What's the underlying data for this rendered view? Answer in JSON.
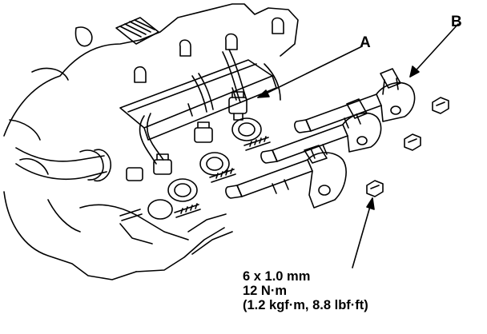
{
  "callouts": {
    "a": "A",
    "b": "B"
  },
  "spec": {
    "size": "6 x 1.0 mm",
    "torque_nm": "12 N·m",
    "torque_alt": "(1.2 kgf·m, 8.8 lbf·ft)"
  },
  "colors": {
    "ink": "#000000",
    "paper": "#ffffff"
  }
}
